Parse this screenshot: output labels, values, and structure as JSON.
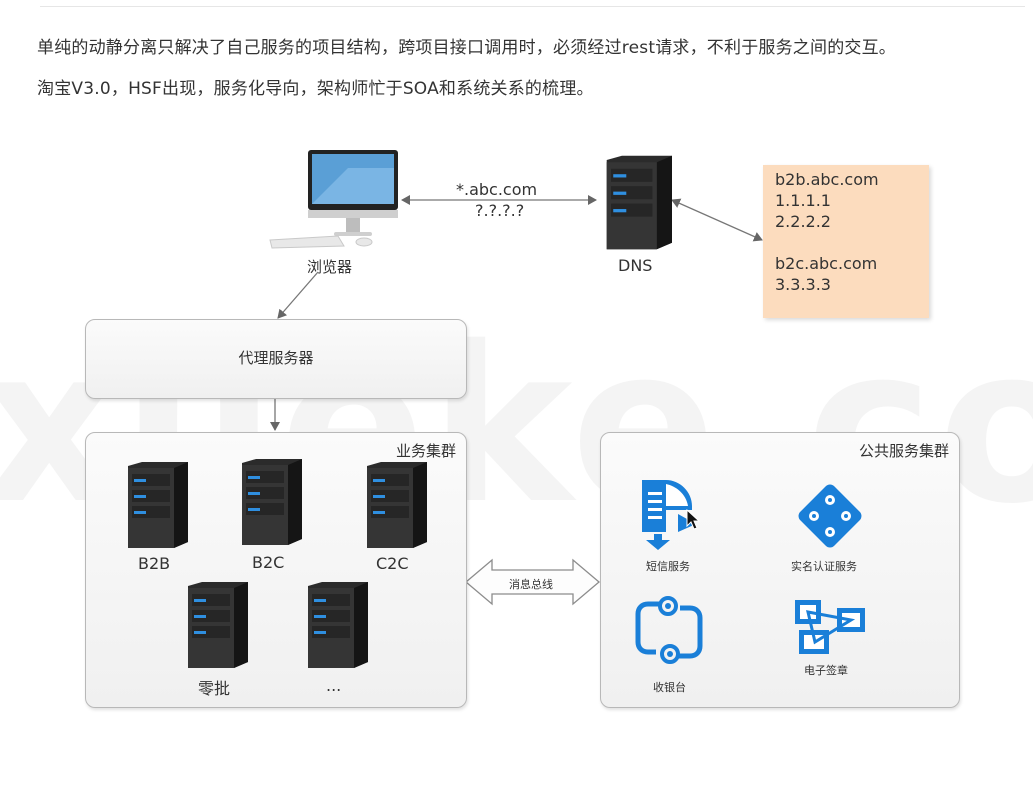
{
  "text": {
    "paragraph_1": "单纯的动静分离只解决了自己服务的项目结构，跨项目接口调用时，必须经过rest请求，不利于服务之间的交互。",
    "paragraph_2": "淘宝V3.0，HSF出现，服务化导向，架构师忙于SOA和系统关系的梳理。"
  },
  "watermark": "xueke.com",
  "top": {
    "browser_label": "浏览器",
    "dns_label": "DNS",
    "request_domain": "*.abc.com",
    "request_ip": "?.?.?.?",
    "dns_records": [
      "b2b.abc.com",
      "1.1.1.1",
      "2.2.2.2",
      "",
      "b2c.abc.com",
      "3.3.3.3"
    ]
  },
  "proxy": {
    "label": "代理服务器"
  },
  "business_cluster": {
    "title": "业务集群",
    "servers": [
      "B2B",
      "B2C",
      "C2C",
      "零批",
      "..."
    ]
  },
  "message_bus": {
    "label": "消息总线"
  },
  "public_cluster": {
    "title": "公共服务集群",
    "services": [
      {
        "label": "短信服务",
        "icon": "sms-service-icon"
      },
      {
        "label": "实名认证服务",
        "icon": "identity-verification-icon"
      },
      {
        "label": "收银台",
        "icon": "cashier-icon"
      },
      {
        "label": "电子签章",
        "icon": "e-signature-icon"
      }
    ]
  },
  "colors": {
    "dns_card": "#fcdcbe",
    "service_icon_blue": "#1a7fd8",
    "server_light": "#2f8fe0"
  }
}
